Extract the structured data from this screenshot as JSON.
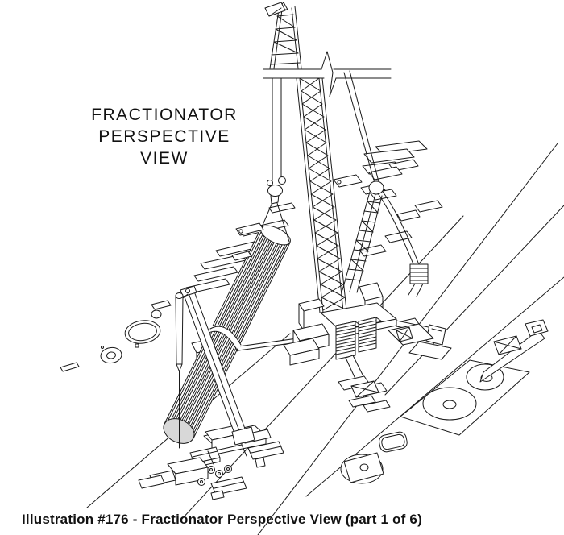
{
  "illustration": {
    "title_lines": [
      "FRACTIONATOR",
      "PERSPECTIVE",
      "VIEW"
    ],
    "caption": "Illustration #176 - Fractionator Perspective View (part 1 of 6)",
    "colors": {
      "line": "#1a1a1a",
      "background": "#ffffff",
      "vessel_head_shade": "#d8d8d8"
    }
  }
}
